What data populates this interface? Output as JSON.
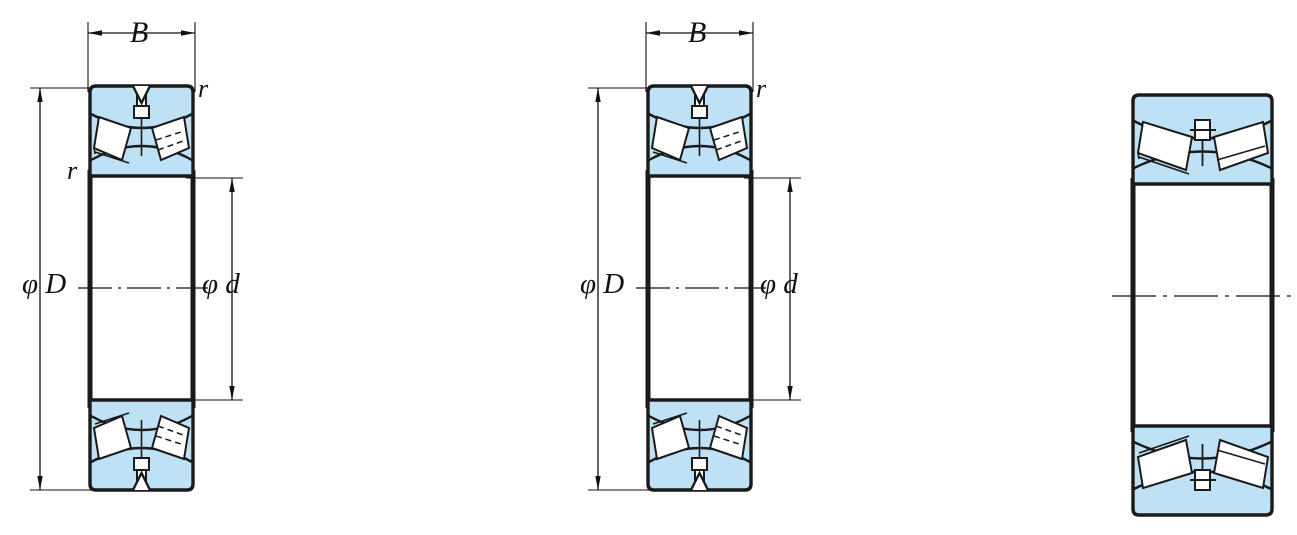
{
  "drawing": {
    "title": "Spherical roller bearing cross-section dimension diagrams",
    "background_color": "#ffffff",
    "ring_fill_color": "#bfe1f5",
    "roller_fill_color": "#ffffff",
    "line_color": "#1a1a1a",
    "dimension_line_color": "#111111"
  },
  "symbols": {
    "width_B": "B",
    "outer_diameter": "φ D",
    "bore_diameter": "φ d",
    "chamfer_r": "r"
  },
  "bearings": [
    {
      "id": "bearing-1",
      "labels": {
        "width": "B",
        "outer_diameter": "φ D",
        "bore_diameter": "φ d",
        "chamfer_top_right": "r",
        "chamfer_mid_left": "r"
      },
      "has_width_dimension": true,
      "has_outer_diameter_dimension": true,
      "has_bore_diameter_dimension": true,
      "has_centerline": true,
      "chamfer_label_count": 2
    },
    {
      "id": "bearing-2",
      "labels": {
        "width": "B",
        "outer_diameter": "φ D",
        "bore_diameter": "φ d",
        "chamfer_top_right": "r"
      },
      "has_width_dimension": true,
      "has_outer_diameter_dimension": true,
      "has_bore_diameter_dimension": true,
      "has_centerline": true,
      "chamfer_label_count": 1
    },
    {
      "id": "bearing-3",
      "labels": {},
      "has_width_dimension": false,
      "has_outer_diameter_dimension": false,
      "has_bore_diameter_dimension": false,
      "has_centerline": true,
      "chamfer_label_count": 0
    }
  ]
}
